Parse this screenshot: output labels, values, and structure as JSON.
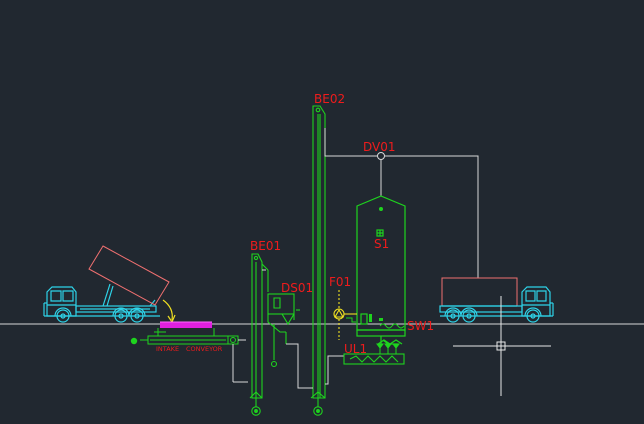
{
  "labels": {
    "be02": "BE02",
    "dv01": "DV01",
    "be01": "BE01",
    "s1": "S1",
    "f01": "F01",
    "ds01": "DS01",
    "sw1": "SW1",
    "ul1": "UL1",
    "intake": "INTAKE",
    "conveyor": "CONVEYOR"
  },
  "colors": {
    "background": "#212830",
    "equipment": "#1ed41e",
    "truck": "#2ed3e8",
    "labels": "#ee1c1c",
    "conveyor_belt": "#e020e0",
    "chute_arrow": "#f0e020",
    "lines": "#d8d8d8"
  }
}
